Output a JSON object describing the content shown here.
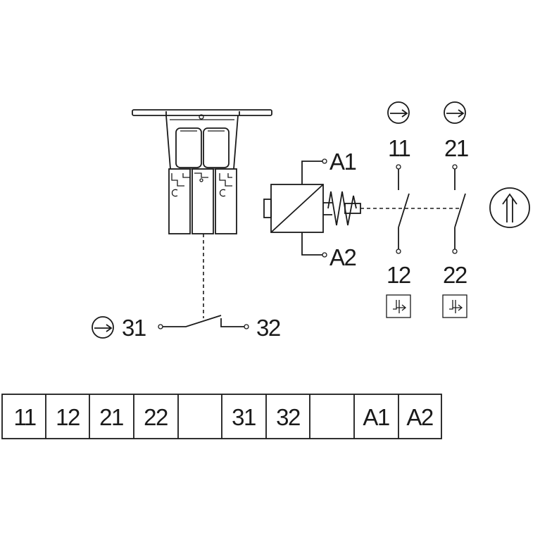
{
  "coil": {
    "terminal_top": "A1",
    "terminal_bottom": "A2"
  },
  "contact_1": {
    "top": "11",
    "bottom": "12"
  },
  "contact_2": {
    "top": "21",
    "bottom": "22"
  },
  "aux_contact": {
    "left": "31",
    "right": "32"
  },
  "terminal_strip": [
    "11",
    "12",
    "21",
    "22",
    "",
    "31",
    "32",
    "",
    "A1",
    "A2"
  ],
  "symbols": {
    "actuation": "circle-arrow-right-icon",
    "delayed_break": "step-arrow-icon",
    "direction": "double-up-arrow-icon"
  }
}
